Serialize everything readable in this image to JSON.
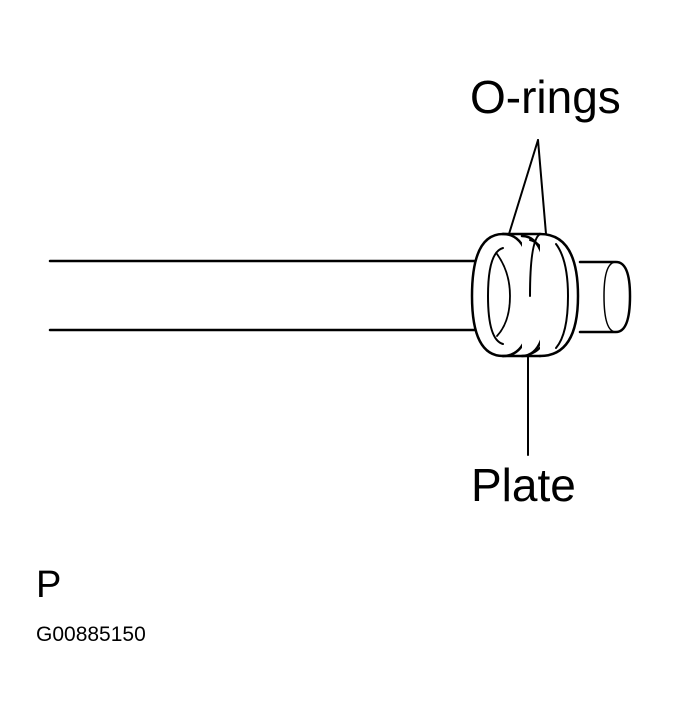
{
  "labels": {
    "o_rings": "O-rings",
    "plate": "Plate",
    "view_letter": "P",
    "figure_code": "G00885150"
  },
  "colors": {
    "line": "#000000",
    "background": "#ffffff"
  }
}
